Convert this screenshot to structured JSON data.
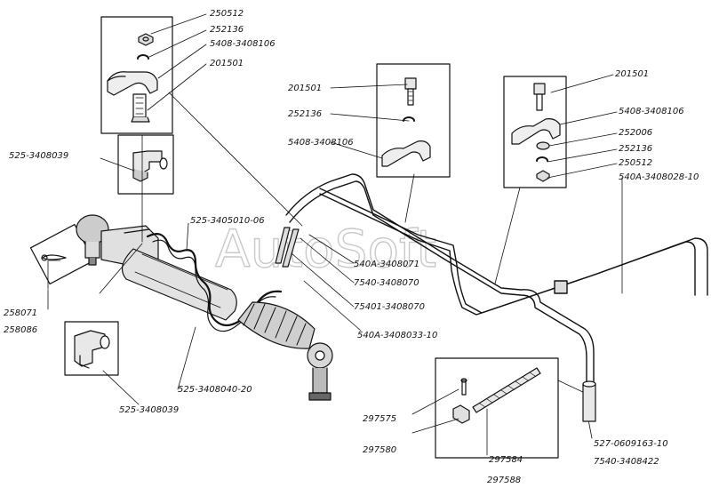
{
  "watermark": "AutoSoft",
  "labels": {
    "l250512a": "250512",
    "l252136a": "252136",
    "l5408_3408106a": "5408-3408106",
    "l201501a": "201501",
    "l525_3408039a": "525-3408039",
    "l525_3405010_06": "525-3405010-06",
    "l201501b": "201501",
    "l252136b": "252136",
    "l5408_3408106b": "5408-3408106",
    "l201501c": "201501",
    "l5408_3408106c": "5408-3408106",
    "l252006": "252006",
    "l252136c": "252136",
    "l250512b": "250512",
    "l540A_3408028_10": "540A-3408028-10",
    "l540A_3408071": "540A-3408071",
    "l7540_3408070": "7540-3408070",
    "l75401_3408070": "75401-3408070",
    "l540A_3408033_10": "540A-3408033-10",
    "l258071": "258071",
    "l258086": "258086",
    "l525_3408040_20": "525-3408040-20",
    "l525_3408039b": "525-3408039",
    "l297575": "297575",
    "l297580": "297580",
    "l297584": "297584",
    "l297588": "297588",
    "l527_0609163_10": "527-0609163-10",
    "l7540_3408422": "7540-3408422"
  }
}
